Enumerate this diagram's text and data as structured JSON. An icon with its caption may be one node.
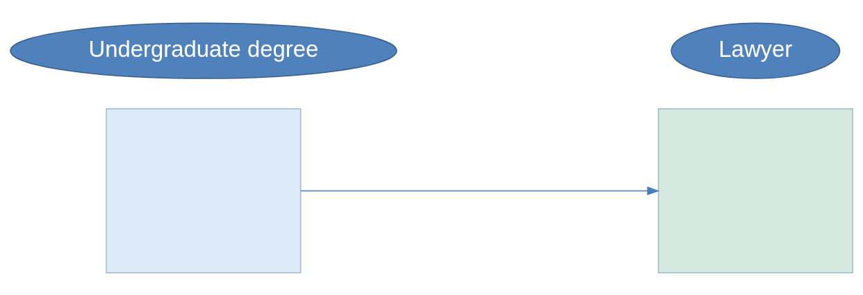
{
  "diagram": {
    "nodes": [
      {
        "text": [
          "Undergraduate degree"
        ]
      },
      {
        "text": [],
        "shape": "box"
      },
      {
        "text": [
          "Lawyer"
        ]
      },
      {
        "text": [],
        "shape": "box"
      }
    ],
    "edges": [
      {
        "from": 1,
        "to": 3,
        "arrow": "to"
      }
    ]
  }
}
